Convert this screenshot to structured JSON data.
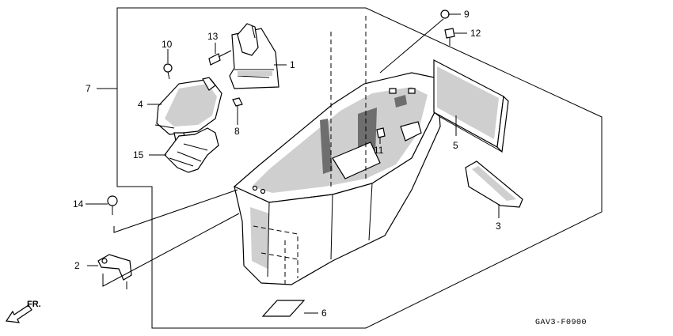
{
  "diagram": {
    "figure_code": "GAV3-F0900",
    "direction_label": "FR.",
    "callouts": [
      {
        "id": "1",
        "label": "1"
      },
      {
        "id": "2",
        "label": "2"
      },
      {
        "id": "3",
        "label": "3"
      },
      {
        "id": "4",
        "label": "4"
      },
      {
        "id": "5",
        "label": "5"
      },
      {
        "id": "6",
        "label": "6"
      },
      {
        "id": "7",
        "label": "7"
      },
      {
        "id": "8",
        "label": "8"
      },
      {
        "id": "9",
        "label": "9"
      },
      {
        "id": "10",
        "label": "10"
      },
      {
        "id": "11",
        "label": "11"
      },
      {
        "id": "12",
        "label": "12"
      },
      {
        "id": "13",
        "label": "13"
      },
      {
        "id": "14",
        "label": "14"
      },
      {
        "id": "15",
        "label": "15"
      }
    ]
  }
}
